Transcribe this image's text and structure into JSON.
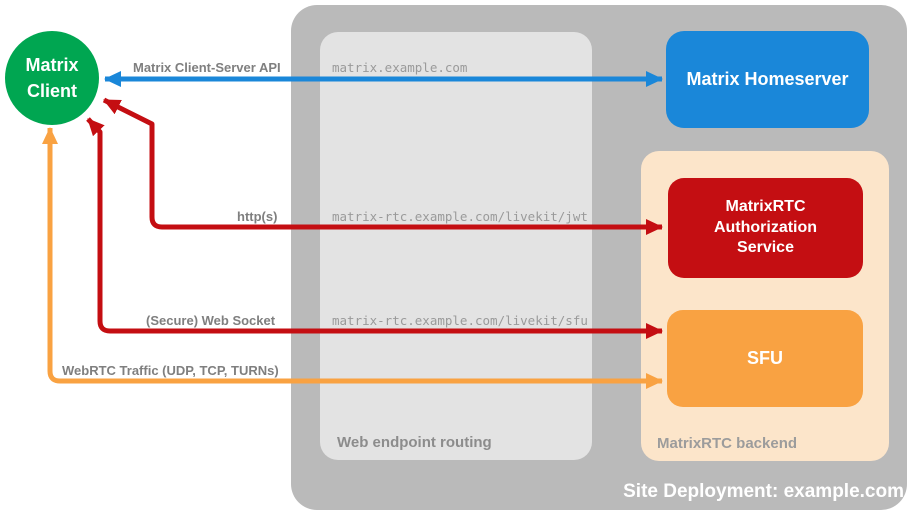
{
  "diagram": {
    "site_caption": "Site Deployment: example.com",
    "groups": {
      "routing": {
        "label": "Web endpoint routing",
        "fill": "#e3e3e3"
      },
      "backend": {
        "label": "MatrixRTC backend",
        "fill": "#fce5ca"
      },
      "site": {
        "fill": "#bababa"
      }
    },
    "nodes": {
      "client": {
        "label": "Matrix Client",
        "color": "#00a651",
        "shape": "circle"
      },
      "homeserver": {
        "label": "Matrix Homeserver",
        "color": "#1a87d9"
      },
      "auth_service": {
        "label": "MatrixRTC Authorization Service",
        "color": "#c40e12"
      },
      "sfu": {
        "label": "SFU",
        "color": "#f9a242"
      }
    },
    "connections": [
      {
        "label": "Matrix Client-Server API",
        "endpoint": "matrix.example.com",
        "color": "#1a87d9",
        "from": "client",
        "to": "homeserver",
        "bidirectional": true
      },
      {
        "label": "http(s)",
        "endpoint": "matrix-rtc.example.com/livekit/jwt",
        "color": "#c40e12",
        "from": "client",
        "to": "auth_service",
        "bidirectional": true
      },
      {
        "label": "(Secure) Web Socket",
        "endpoint": "matrix-rtc.example.com/livekit/sfu",
        "color": "#c40e12",
        "from": "client",
        "to": "sfu",
        "bidirectional": true
      },
      {
        "label": "WebRTC Traffic (UDP, TCP, TURNs)",
        "endpoint": "",
        "color": "#f9a242",
        "from": "client",
        "to": "sfu",
        "bidirectional": true
      }
    ]
  }
}
